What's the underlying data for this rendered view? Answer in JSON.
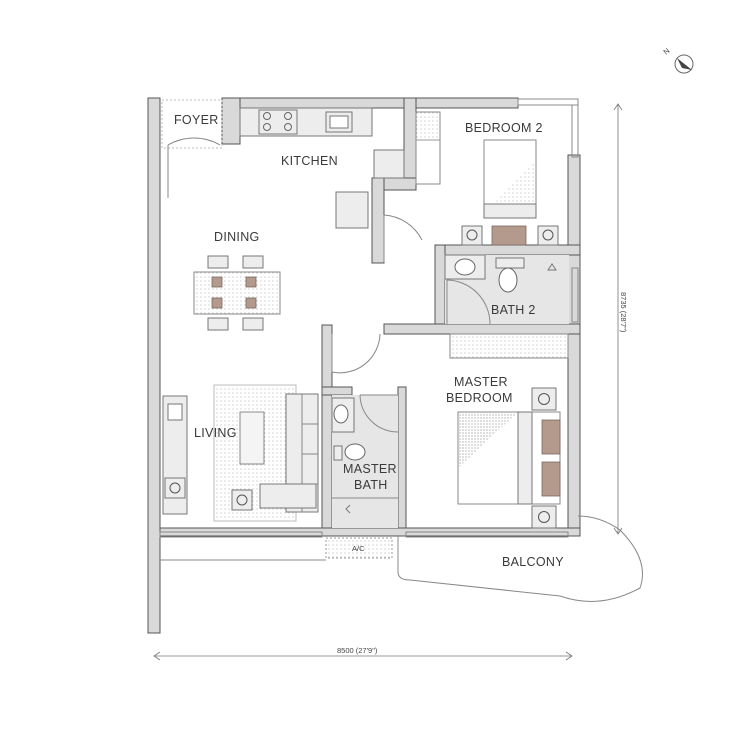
{
  "rooms": {
    "foyer": "FOYER",
    "kitchen": "KITCHEN",
    "dining": "DINING",
    "living": "LIVING",
    "bedroom2": "BEDROOM 2",
    "bath2": "BATH 2",
    "master_bedroom_l1": "MASTER",
    "master_bedroom_l2": "BEDROOM",
    "master_bath_l1": "MASTER",
    "master_bath_l2": "BATH",
    "balcony": "BALCONY",
    "ac": "A/C"
  },
  "dimensions": {
    "width": "8500 (27'9\")",
    "depth": "8735 (28'7\")"
  },
  "compass": {
    "label": "N",
    "icon": "north-arrow-icon"
  },
  "colors": {
    "wall": "#d9d9d9",
    "wall_outline": "#555555",
    "accent_wood": "#b49a8c",
    "bath_floor": "#e6e6e6"
  }
}
